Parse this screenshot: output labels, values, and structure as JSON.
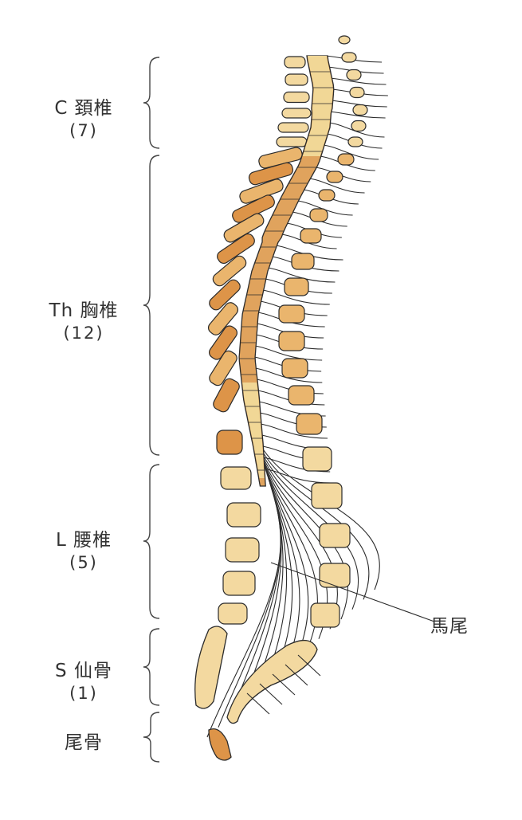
{
  "regions": [
    {
      "id": "cervical",
      "name": "C 頚椎",
      "count": "(7)"
    },
    {
      "id": "thoracic",
      "name": "Th 胸椎",
      "count": "(12)"
    },
    {
      "id": "lumbar",
      "name": "L 腰椎",
      "count": "(5)"
    },
    {
      "id": "sacrum",
      "name": "S 仙骨",
      "count": "(1)"
    },
    {
      "id": "coccyx",
      "name": "尾骨",
      "count": ""
    }
  ],
  "callout": {
    "label": "馬尾"
  },
  "colors": {
    "bone_light": "#f3d9a0",
    "bone_mid": "#eab56d",
    "bone_dark": "#dd9448",
    "cord_light": "#f1d796",
    "cord_dark": "#e0a35d",
    "ink": "#2b2b2b"
  }
}
